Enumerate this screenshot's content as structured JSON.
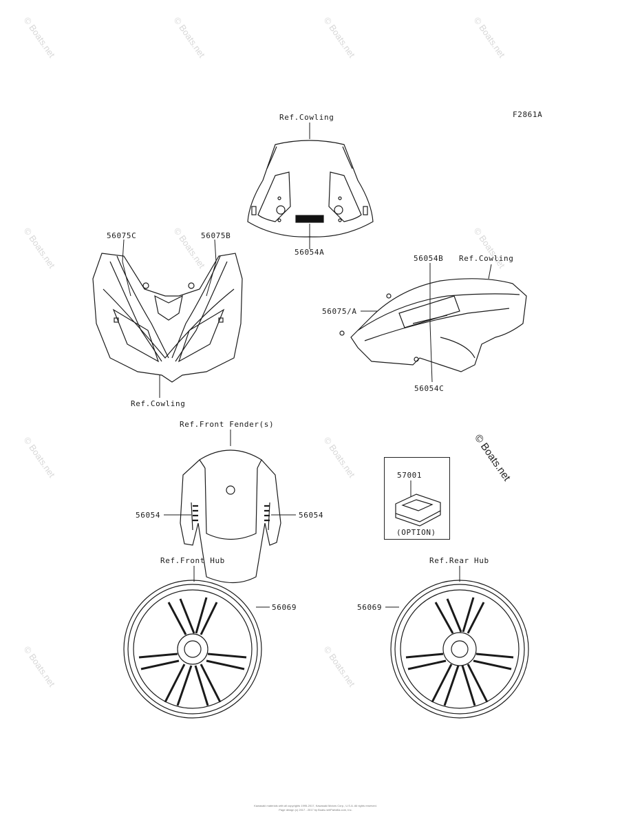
{
  "figure_code": "F2861A",
  "labels": {
    "ref_cowling_top": "Ref.Cowling",
    "p56054A": "56054A",
    "p56075C": "56075C",
    "p56075B": "56075B",
    "ref_cowling_left": "Ref.Cowling",
    "p56054B": "56054B",
    "ref_cowling_right": "Ref.Cowling",
    "p56075A": "56075/A",
    "p56054C": "56054C",
    "ref_front_fender": "Ref.Front Fender(s)",
    "p56054_left": "56054",
    "p56054_right": "56054",
    "p57001": "57001",
    "option": "(OPTION)",
    "ref_front_hub": "Ref.Front Hub",
    "ref_rear_hub": "Ref.Rear Hub",
    "p56069_front": "56069",
    "p56069_rear": "56069"
  },
  "watermark": "© Boats.net",
  "copyright": {
    "line1": "Kawasaki materials with all copyrights 1995-2017, Kawasaki Motors Corp., U.S.A. All rights reserved.",
    "line2": "Page design (c) 2017 - 2017 by Boats.net/Partzilla.com, Inc."
  }
}
